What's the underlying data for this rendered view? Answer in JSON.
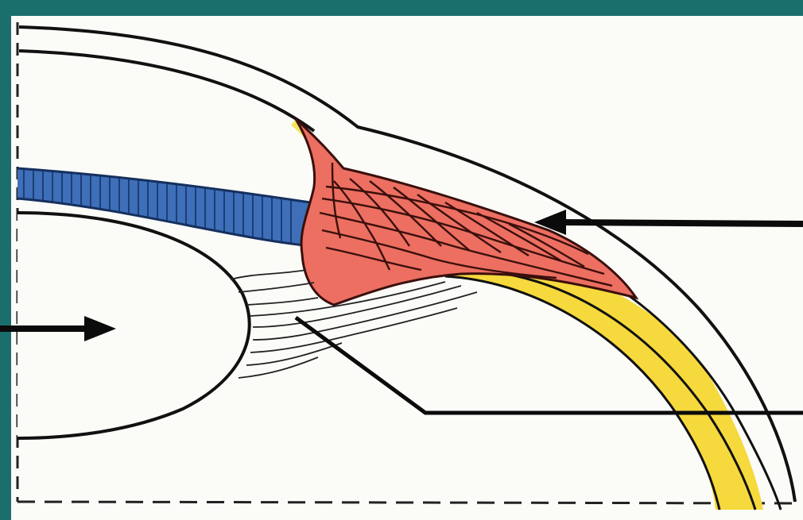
{
  "diagram": {
    "kind": "eye-anatomy-cross-section",
    "labels": [],
    "pointers": [
      "lens-pointer-arrow",
      "ciliary-muscle-pointer-arrow",
      "zonular-fibers-leader-line"
    ],
    "colors": {
      "frame": "#1a6f6c",
      "background": "#fbfbf8",
      "outline": "#111111",
      "iris": "#3e6fb8",
      "iris_stripes": "#1d3d78",
      "ciliary_body": "#ec6f61",
      "ciliary_body_fibers": "#3a0f0c",
      "choroid": "#f6d93c",
      "arrow": "#0b0b0b"
    }
  }
}
